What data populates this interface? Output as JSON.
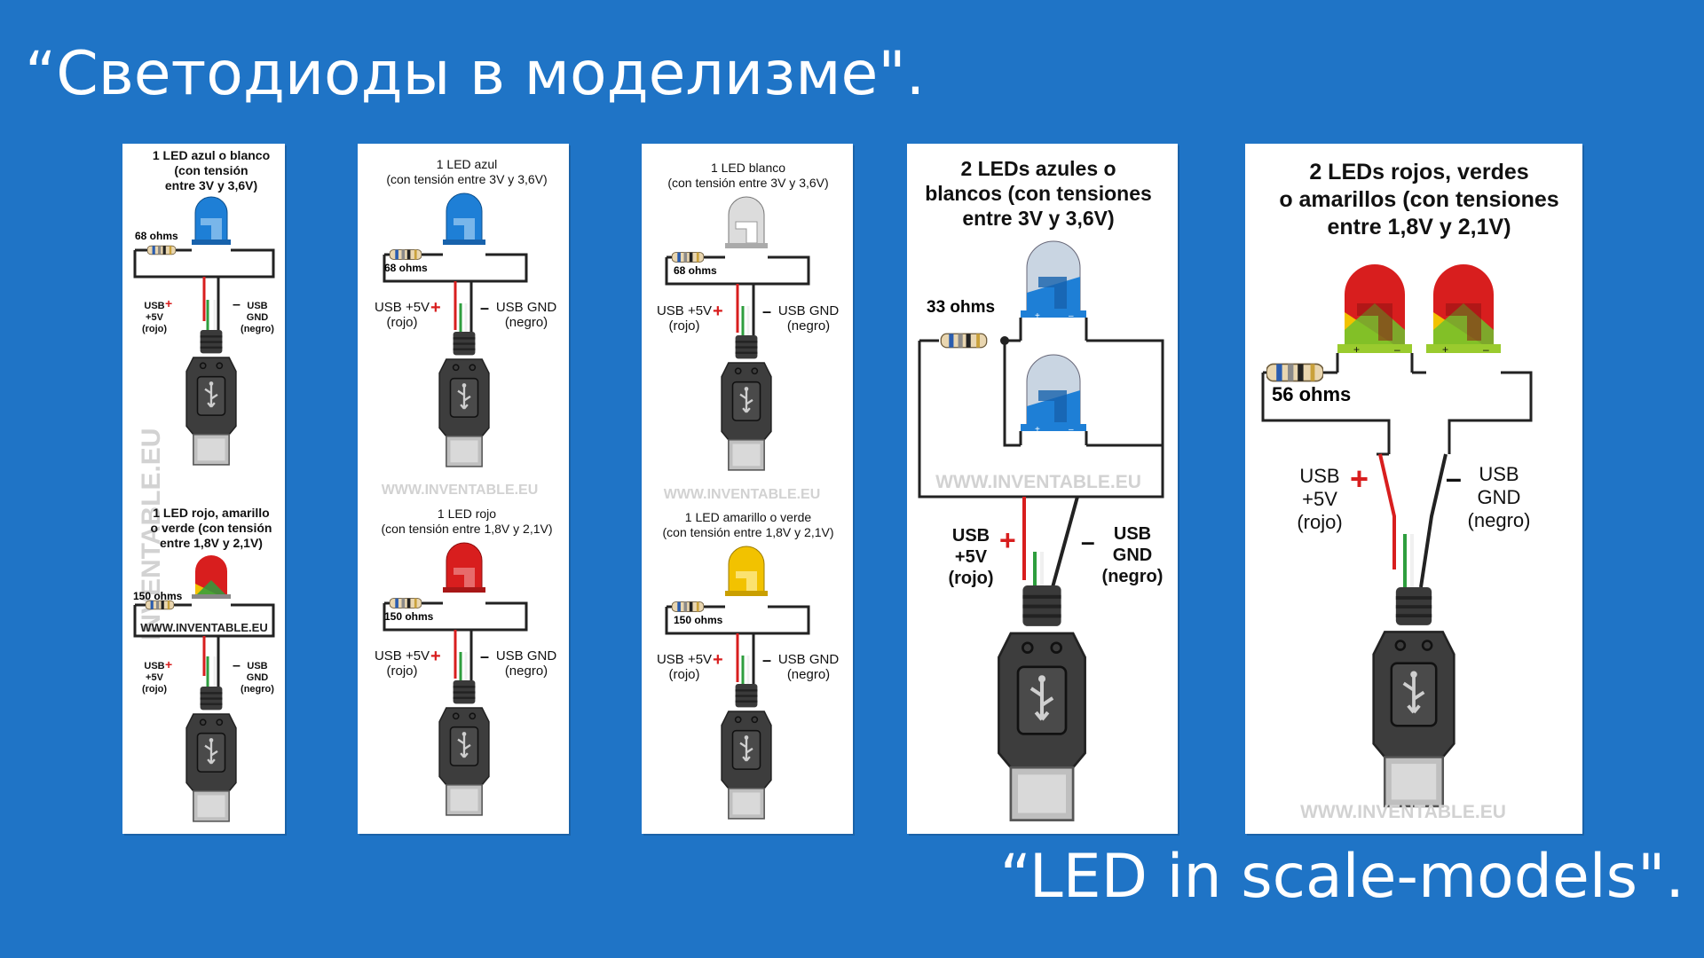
{
  "title_ru": "“Светодиоды в моделизме\".",
  "title_en": "“LED in scale-models\".",
  "watermark": "WWW.INVENTABLE.EU",
  "watermark_vertical": "INVENTABLE.EU",
  "colors": {
    "background": "#1f74c6",
    "led_blue": "#1e7fd6",
    "led_red": "#d81e1e",
    "led_yellow": "#f2c200",
    "wire_red": "#d81e1e"
  },
  "panels": [
    {
      "top": {
        "caption": [
          "1 LED azul o blanco",
          "(con tensión",
          "entre 3V y 3,6V)"
        ],
        "resistor": "68 ohms",
        "usb_plus": [
          "USB",
          "+5V",
          "(rojo)"
        ],
        "usb_gnd": [
          "USB",
          "GND",
          "(negro)"
        ]
      },
      "bottom": {
        "caption": [
          "1 LED rojo, amarillo",
          "o verde (con tensión",
          "entre 1,8V y 2,1V)"
        ],
        "resistor": "150 ohms",
        "usb_plus": [
          "USB",
          "+5V",
          "(rojo)"
        ],
        "usb_gnd": [
          "USB",
          "GND",
          "(negro)"
        ]
      }
    },
    {
      "top": {
        "caption": [
          "1 LED azul",
          "(con tensión entre 3V y 3,6V)"
        ],
        "resistor": "68 ohms",
        "usb_plus": [
          "USB +5V",
          "(rojo)"
        ],
        "usb_gnd": [
          "USB GND",
          "(negro)"
        ]
      },
      "bottom": {
        "caption": [
          "1 LED rojo",
          "(con tensión entre 1,8V y 2,1V)"
        ],
        "resistor": "150 ohms",
        "usb_plus": [
          "USB +5V",
          "(rojo)"
        ],
        "usb_gnd": [
          "USB GND",
          "(negro)"
        ]
      }
    },
    {
      "top": {
        "caption": [
          "1 LED blanco",
          "(con tensión entre 3V y 3,6V)"
        ],
        "resistor": "68 ohms",
        "usb_plus": [
          "USB +5V",
          "(rojo)"
        ],
        "usb_gnd": [
          "USB GND",
          "(negro)"
        ]
      },
      "bottom": {
        "caption": [
          "1 LED amarillo o verde",
          "(con tensión entre 1,8V y 2,1V)"
        ],
        "resistor": "150 ohms",
        "usb_plus": [
          "USB +5V",
          "(rojo)"
        ],
        "usb_gnd": [
          "USB GND",
          "(negro)"
        ]
      }
    },
    {
      "caption": [
        "2 LEDs azules o",
        "blancos (con tensiones",
        "entre 3V y 3,6V)"
      ],
      "resistor": "33 ohms",
      "usb_plus": [
        "USB",
        "+5V",
        "(rojo)"
      ],
      "usb_gnd": [
        "USB",
        "GND",
        "(negro)"
      ]
    },
    {
      "caption": [
        "2 LEDs rojos, verdes",
        "o amarillos (con tensiones",
        "entre 1,8V y 2,1V)"
      ],
      "resistor": "56 ohms",
      "usb_plus": [
        "USB",
        "+5V",
        "(rojo)"
      ],
      "usb_gnd": [
        "USB",
        "GND",
        "(negro)"
      ]
    }
  ]
}
